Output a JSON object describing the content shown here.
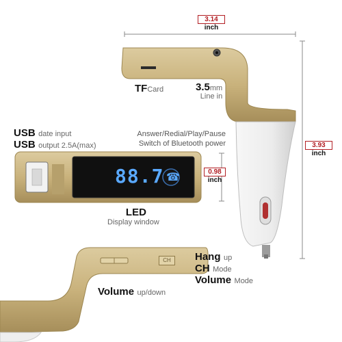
{
  "dimensions": {
    "width": {
      "value": "3.14",
      "unit": "inch"
    },
    "height": {
      "value": "3.93",
      "unit": "inch"
    },
    "thickness": {
      "value": "0.98",
      "unit": "inch"
    }
  },
  "labels": {
    "tf_big": "TF",
    "tf_small": "Card",
    "jack_big": "3.5",
    "jack_small": "mm",
    "jack_line": "Line in",
    "usb1_big": "USB",
    "usb1_small": "date input",
    "usb2_big": "USB",
    "usb2_small": "output 2.5A(max)",
    "bt_line1": "Answer/Redial/Play/Pause",
    "bt_line2": "Switch of Bluetooth power",
    "led_big": "LED",
    "led_small": "Display window",
    "hang_big": "Hang",
    "hang_small": "up",
    "ch_big": "CH",
    "ch_small": "Mode",
    "volmode_big": "Volume",
    "volmode_small": "Mode",
    "volupdown_big": "Volume",
    "volupdown_small": "up/down"
  },
  "display": {
    "frequency": "88.7",
    "ch_button": "CH"
  },
  "colors": {
    "gold": "#c9b27c",
    "dim_red": "#b21e23",
    "lcd_blue": "#5aa9ff"
  }
}
